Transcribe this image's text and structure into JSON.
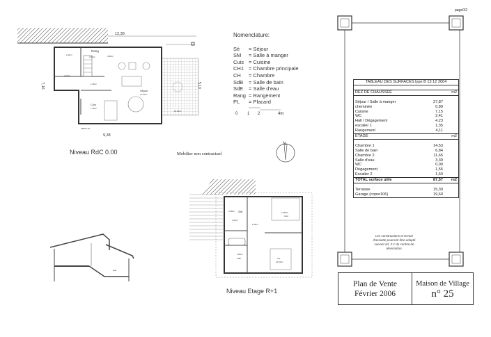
{
  "page_number": "page0/2",
  "nomenclature": {
    "title": "Nomenclature:",
    "items": [
      {
        "abbr": "Sé",
        "label": "= Séjour"
      },
      {
        "abbr": "SM",
        "label": "= Salle à manger"
      },
      {
        "abbr": "Cuis",
        "label": "= Cuisine"
      },
      {
        "abbr": "CH1",
        "label": "= Chambre principale"
      },
      {
        "abbr": "CH",
        "label": "= Chambre"
      },
      {
        "abbr": "SdB",
        "label": "= Salle de bain"
      },
      {
        "abbr": "SdE",
        "label": "= Salle d'eau"
      },
      {
        "abbr": "Rang",
        "label": "= Rangement"
      },
      {
        "abbr": "PL",
        "label": "= Placard"
      }
    ],
    "scale_labels": [
      "0",
      "1",
      "2",
      "4m"
    ]
  },
  "ground_plan": {
    "title": "Niveau  RdC 0.00",
    "dim_width_top": "12,38",
    "dim_width_bottom": "9,38",
    "dim_height_left": "7,16",
    "dim_height_right": "5,10",
    "rooms": [
      {
        "name": "Rang",
        "area": "3.60m²"
      },
      {
        "name": "",
        "area": "2.41m²"
      },
      {
        "name": "",
        "area": "0.89m²"
      },
      {
        "name": "",
        "area": "4.23m²"
      },
      {
        "name": "",
        "area": "1.35m²"
      },
      {
        "name": "Séjour",
        "area": "27.87m²"
      },
      {
        "name": "Cuis",
        "area": "7.15m²"
      },
      {
        "name": "",
        "area": "15.30m²"
      }
    ],
    "small_label": "ARRI 0.34"
  },
  "furniture_note": "Mobilier non contractuel",
  "north_label": "N",
  "upper_plan": {
    "title": "Niveau  Etage R+1",
    "rooms": [
      {
        "name": "SdE",
        "area": "3.39m²"
      },
      {
        "name": "",
        "area": "1.60m²"
      },
      {
        "name": "",
        "area": "1.55m²"
      },
      {
        "name": "CH2",
        "area": "11.65m²"
      },
      {
        "name": "SdB",
        "area": "6.84m²"
      },
      {
        "name": "CH",
        "area": "14.53m²"
      }
    ]
  },
  "section": {
    "label": "Hall"
  },
  "surfaces_table": {
    "title": "TABLEAU DES SURFACES type B 13 12 2004",
    "unit": "m2",
    "ground_floor": {
      "label": "REZ DE CHAUSSEE",
      "rows": [
        {
          "label": "Séjour / Salle à manger",
          "value": "27,87"
        },
        {
          "label": "cheminée",
          "value": "0,89"
        },
        {
          "label": "Cuisine",
          "value": "7,15"
        },
        {
          "label": "WC",
          "value": "2,41"
        },
        {
          "label": "Hall / Dégagement",
          "value": "4,23"
        },
        {
          "label": "escalier 1",
          "value": "1,35"
        },
        {
          "label": "Rangement",
          "value": "4,11"
        }
      ]
    },
    "upper_floor": {
      "label": "ETAGE",
      "rows": [
        {
          "label": "Chambre 1",
          "value": "14,53"
        },
        {
          "label": "Salle de bain",
          "value": "6,84"
        },
        {
          "label": "Chambre 2",
          "value": "11,65"
        },
        {
          "label": "Salle d'eau",
          "value": "3,39"
        },
        {
          "label": "WC",
          "value": "0,00"
        },
        {
          "label": "Dégagement",
          "value": "1,55"
        },
        {
          "label": "Escalier 2",
          "value": "1,60"
        }
      ]
    },
    "total": {
      "label": "TOTAL surface utile",
      "value": "87,57",
      "unit": "m2"
    },
    "extras": [
      {
        "label": "Terrasse",
        "value": "15,30"
      },
      {
        "label": "Garage (copro106)",
        "value": "19,60"
      }
    ]
  },
  "note": "Les constructions et terrain d'assiette pourront être adapté suivant art. 2.1 du contrat de réservation.",
  "title_block": {
    "line1": "Plan de Vente",
    "line2": "Février 2006",
    "line3": "Maison de Village",
    "line4": "n° 25"
  }
}
